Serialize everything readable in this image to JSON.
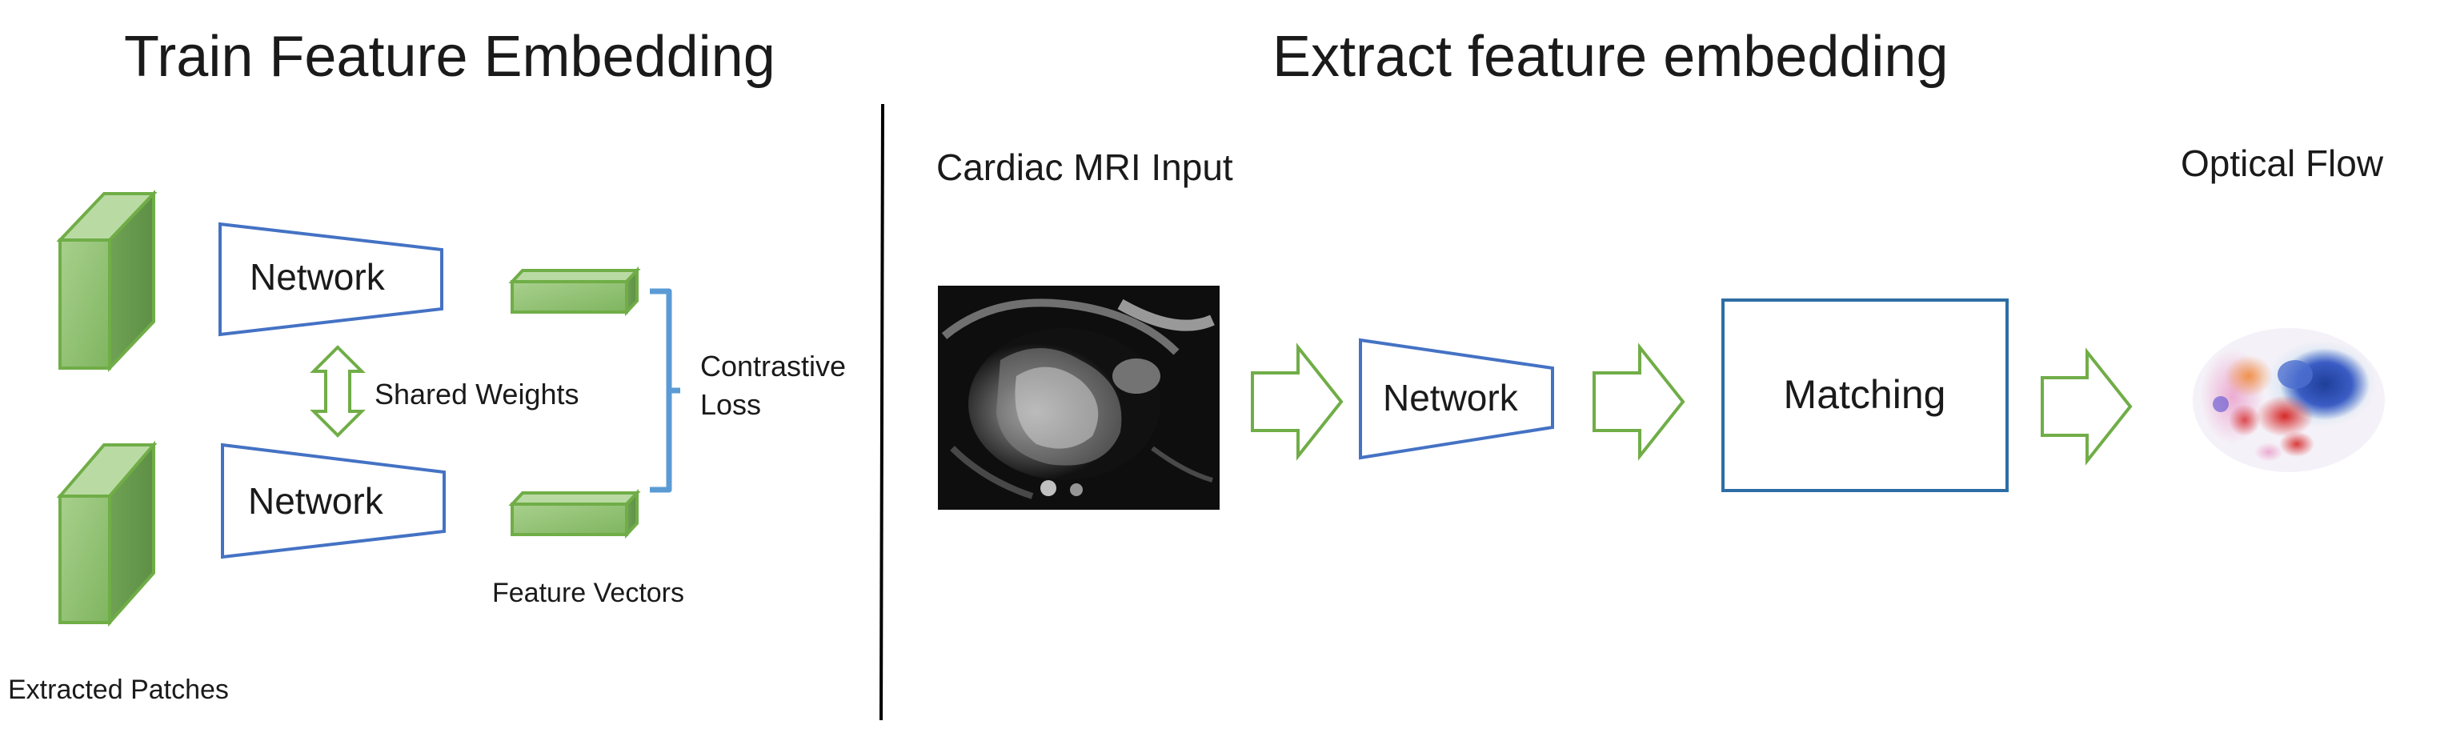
{
  "left_panel": {
    "title": "Train Feature Embedding",
    "network_top_label": "Network",
    "network_bottom_label": "Network",
    "shared_weights_label": "Shared Weights",
    "contrastive_loss_line1": "Contrastive",
    "contrastive_loss_line2": "Loss",
    "feature_vectors_label": "Feature Vectors",
    "extracted_patches_label": "Extracted Patches"
  },
  "right_panel": {
    "title": "Extract feature embedding",
    "input_label": "Cardiac MRI Input",
    "network_label": "Network",
    "matching_label": "Matching",
    "output_label": "Optical Flow"
  },
  "colors": {
    "network_outline": "#4472c4",
    "green_fill": "#8fc07a",
    "green_outline": "#70ad47",
    "arrow_outline": "#70ad47",
    "bracket": "#5b9bd5",
    "matching_outline": "#2e6da4",
    "divider": "#000000",
    "text": "#1a1a1a"
  }
}
